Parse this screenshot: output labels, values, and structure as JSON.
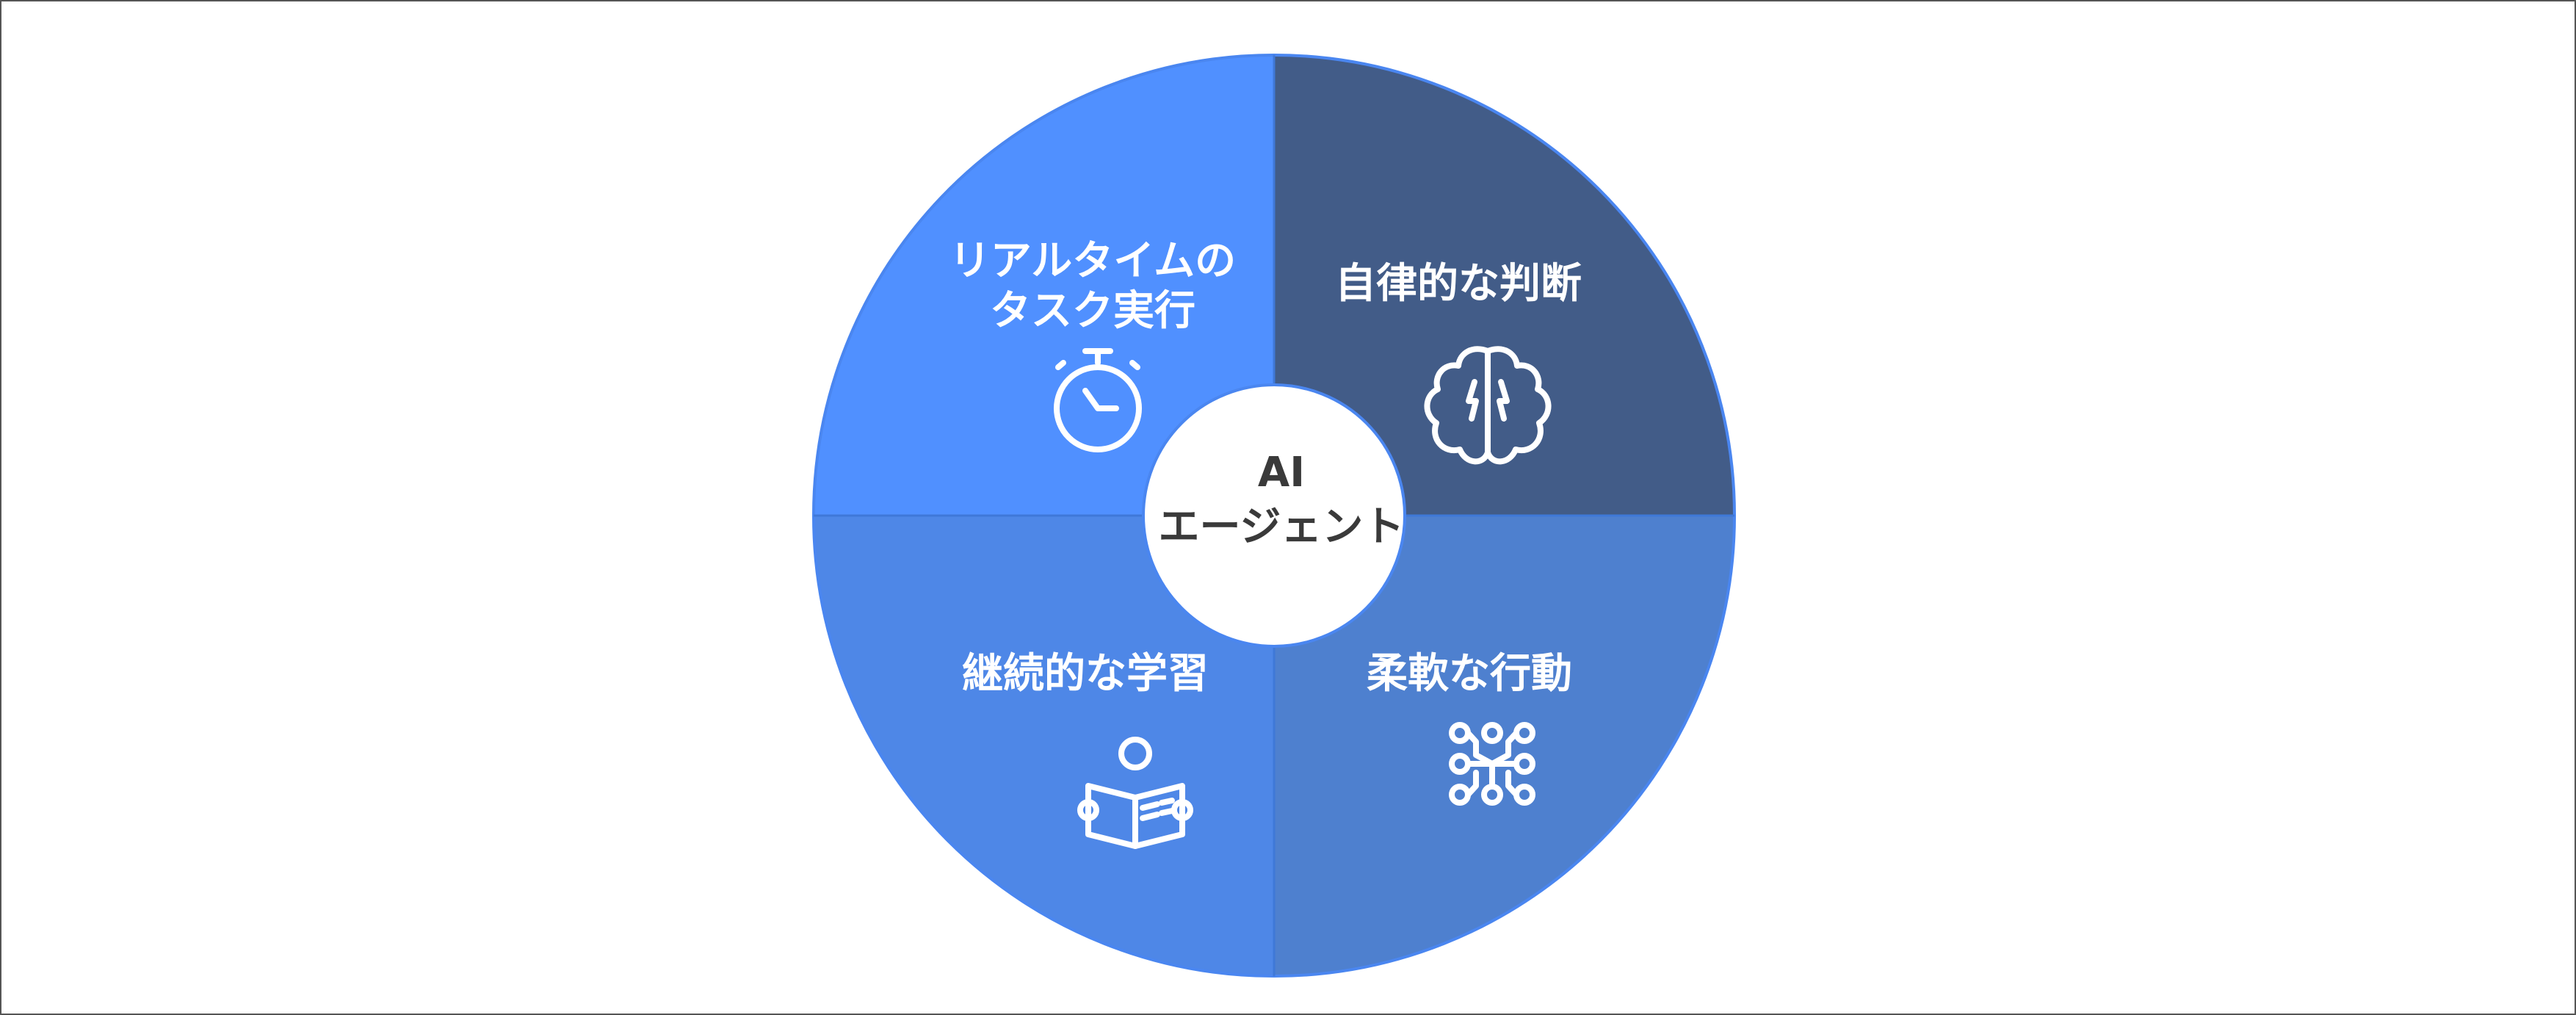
{
  "diagram": {
    "center": {
      "line1": "AI",
      "line2": "エージェント"
    },
    "segments": [
      {
        "id": "top-left",
        "lines": [
          "リアルタイムの",
          "タスク実行"
        ],
        "color": "#5090FF",
        "icon": "stopwatch-icon"
      },
      {
        "id": "top-right",
        "lines": [
          "自律的な判断"
        ],
        "color": "#425C88",
        "icon": "brain-icon"
      },
      {
        "id": "bottom-left",
        "lines": [
          "継続的な学習"
        ],
        "color": "#4E87E7",
        "icon": "reading-person-icon"
      },
      {
        "id": "bottom-right",
        "lines": [
          "柔軟な行動"
        ],
        "color": "#4E80CF",
        "icon": "network-nodes-icon"
      }
    ],
    "outline_color": "#4A86F0"
  }
}
